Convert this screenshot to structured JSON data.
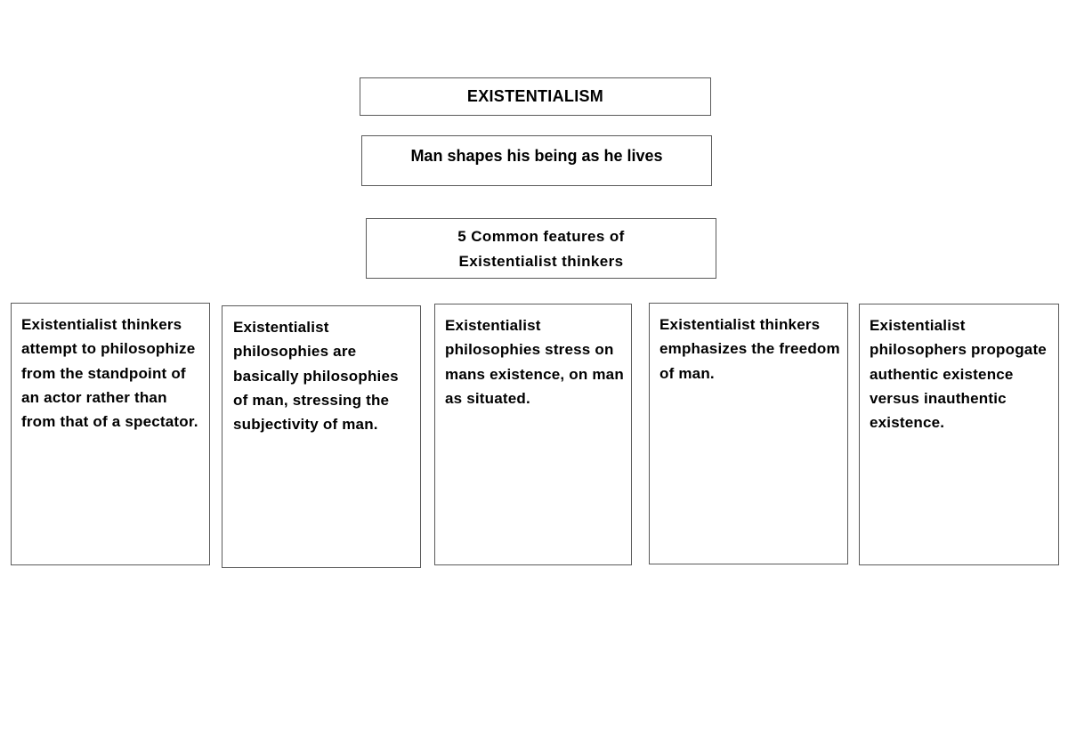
{
  "diagram": {
    "title_box": {
      "label": "EXISTENTIALISM"
    },
    "tenet_box": {
      "label": "Man shapes his being as he lives"
    },
    "features_heading_box": {
      "label": "5 Common features of\nExistentialist thinkers"
    },
    "feature_boxes": [
      {
        "index": "1",
        "text": "Existentialist thinkers attempt to philosophize from the standpoint of an actor rather than from that of a spectator."
      },
      {
        "index": "2",
        "text": "Existentialist philosophies are basically philosophies of man, stressing the subjectivity of man."
      },
      {
        "index": "3",
        "text": "Existentialist philosophies stress on mans existence, on man as situated."
      },
      {
        "index": "4",
        "text": "Existentialist thinkers emphasizes the freedom of man."
      },
      {
        "index": "5",
        "text": "Existentialist philosophers propogate authentic existence versus inauthentic existence."
      }
    ],
    "colors": {
      "border": "#5a5a5a",
      "text": "#000000",
      "background": "#ffffff"
    }
  }
}
